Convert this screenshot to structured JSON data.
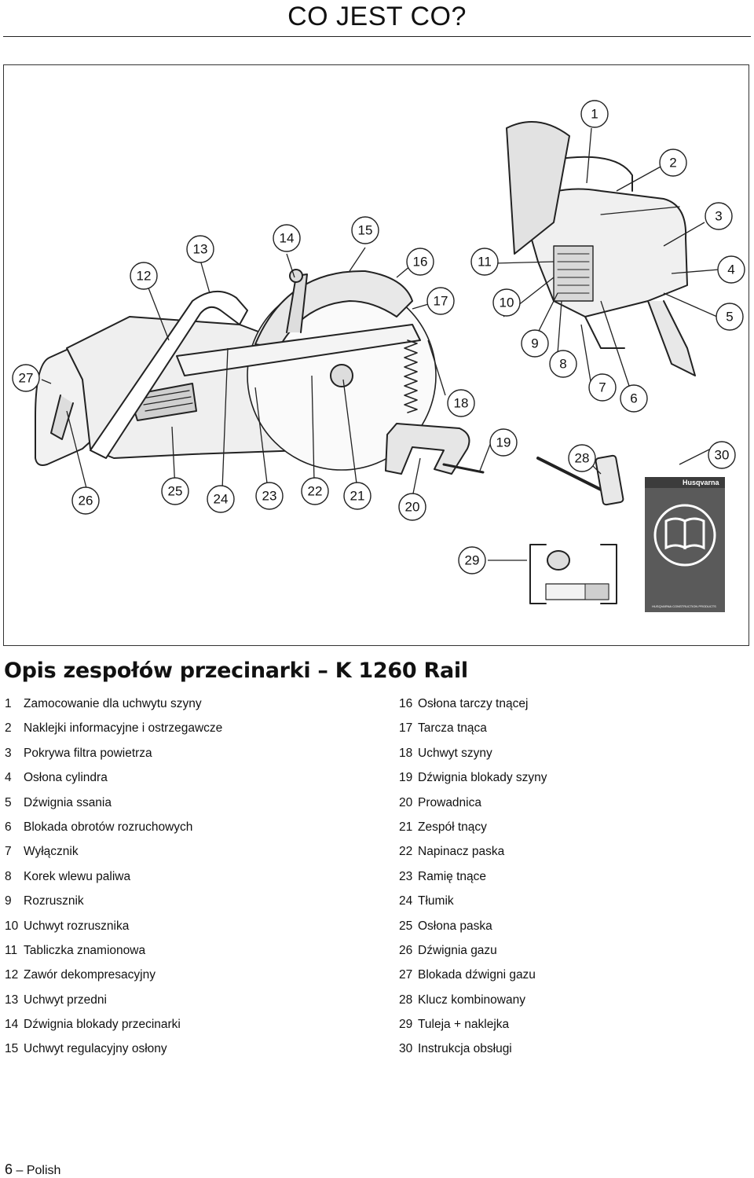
{
  "page": {
    "title": "CO JEST CO?",
    "section_heading": "Opis zespołów przecinarki – K 1260 Rail"
  },
  "figure": {
    "callouts": [
      "1",
      "2",
      "3",
      "4",
      "5",
      "6",
      "7",
      "8",
      "9",
      "10",
      "11",
      "12",
      "13",
      "14",
      "15",
      "16",
      "17",
      "18",
      "19",
      "20",
      "21",
      "22",
      "23",
      "24",
      "25",
      "26",
      "27",
      "28",
      "29",
      "30"
    ],
    "manual_brand": "Husqvarna",
    "manual_footer": "HUSQVARNA CONSTRUCTION PRODUCTS",
    "icons": [
      "power-cutter-illustration",
      "manual-book-icon",
      "combination-wrench-icon",
      "bushing-icon",
      "decal-sheet-icon"
    ]
  },
  "parts": {
    "left": [
      {
        "num": "1",
        "label": "Zamocowanie dla uchwytu szyny"
      },
      {
        "num": "2",
        "label": "Naklejki informacyjne i ostrzegawcze"
      },
      {
        "num": "3",
        "label": "Pokrywa filtra powietrza"
      },
      {
        "num": "4",
        "label": "Osłona cylindra"
      },
      {
        "num": "5",
        "label": "Dźwignia ssania"
      },
      {
        "num": "6",
        "label": "Blokada obrotów rozruchowych"
      },
      {
        "num": "7",
        "label": "Wyłącznik"
      },
      {
        "num": "8",
        "label": "Korek wlewu paliwa"
      },
      {
        "num": "9",
        "label": "Rozrusznik"
      },
      {
        "num": "10",
        "label": "Uchwyt rozrusznika"
      },
      {
        "num": "11",
        "label": "Tabliczka znamionowa"
      },
      {
        "num": "12",
        "label": "Zawór dekompresacyjny"
      },
      {
        "num": "13",
        "label": "Uchwyt przedni"
      },
      {
        "num": "14",
        "label": "Dźwignia blokady przecinarki"
      },
      {
        "num": "15",
        "label": "Uchwyt regulacyjny osłony"
      }
    ],
    "right": [
      {
        "num": "16",
        "label": "Osłona tarczy tnącej"
      },
      {
        "num": "17",
        "label": "Tarcza tnąca"
      },
      {
        "num": "18",
        "label": "Uchwyt szyny"
      },
      {
        "num": "19",
        "label": "Dźwignia blokady szyny"
      },
      {
        "num": "20",
        "label": "Prowadnica"
      },
      {
        "num": "21",
        "label": "Zespół tnący"
      },
      {
        "num": "22",
        "label": "Napinacz paska"
      },
      {
        "num": "23",
        "label": "Ramię tnące"
      },
      {
        "num": "24",
        "label": "Tłumik"
      },
      {
        "num": "25",
        "label": "Osłona paska"
      },
      {
        "num": "26",
        "label": "Dźwignia gazu"
      },
      {
        "num": "27",
        "label": "Blokada dźwigni gazu"
      },
      {
        "num": "28",
        "label": "Klucz kombinowany"
      },
      {
        "num": "29",
        "label": "Tuleja + naklejka"
      },
      {
        "num": "30",
        "label": "Instrukcja obsługi"
      }
    ]
  },
  "footer": {
    "page_number": "6",
    "dash": "–",
    "language": "Polish"
  }
}
